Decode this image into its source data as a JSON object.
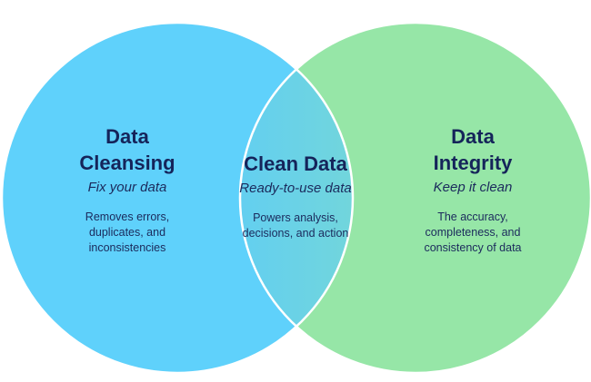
{
  "diagram": {
    "left": {
      "title_line1": "Data",
      "title_line2": "Cleansing",
      "subtitle": "Fix your data",
      "desc_line1": "Removes errors,",
      "desc_line2": "duplicates, and",
      "desc_line3": "inconsistencies"
    },
    "center": {
      "title": "Clean Data",
      "subtitle": "Ready-to-use data",
      "desc_line1": "Powers analysis,",
      "desc_line2": "decisions, and action"
    },
    "right": {
      "title_line1": "Data",
      "title_line2": "Integrity",
      "subtitle": "Keep it clean",
      "desc_line1": "The accuracy,",
      "desc_line2": "completeness, and",
      "desc_line3": "consistency of data"
    },
    "colors": {
      "left_circle": "#5fd1fb",
      "right_circle": "#96e6a7",
      "text": "#15245a"
    }
  }
}
